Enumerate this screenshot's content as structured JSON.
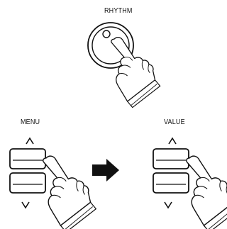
{
  "labels": {
    "rhythm": "RHYTHM",
    "menu": "MENU",
    "value": "VALUE"
  },
  "colors": {
    "stroke": "#111111",
    "arrow": "#111111",
    "background": "#ffffff"
  },
  "icons": {
    "up": "caret-up",
    "down": "caret-down",
    "flow": "right-arrow"
  }
}
